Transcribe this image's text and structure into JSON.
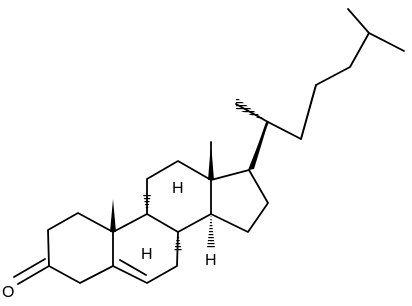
{
  "molecule": {
    "labels": {
      "oxygen": "O",
      "h8": "H",
      "h9": "H",
      "h14": "H"
    },
    "line_color": "#000000"
  }
}
